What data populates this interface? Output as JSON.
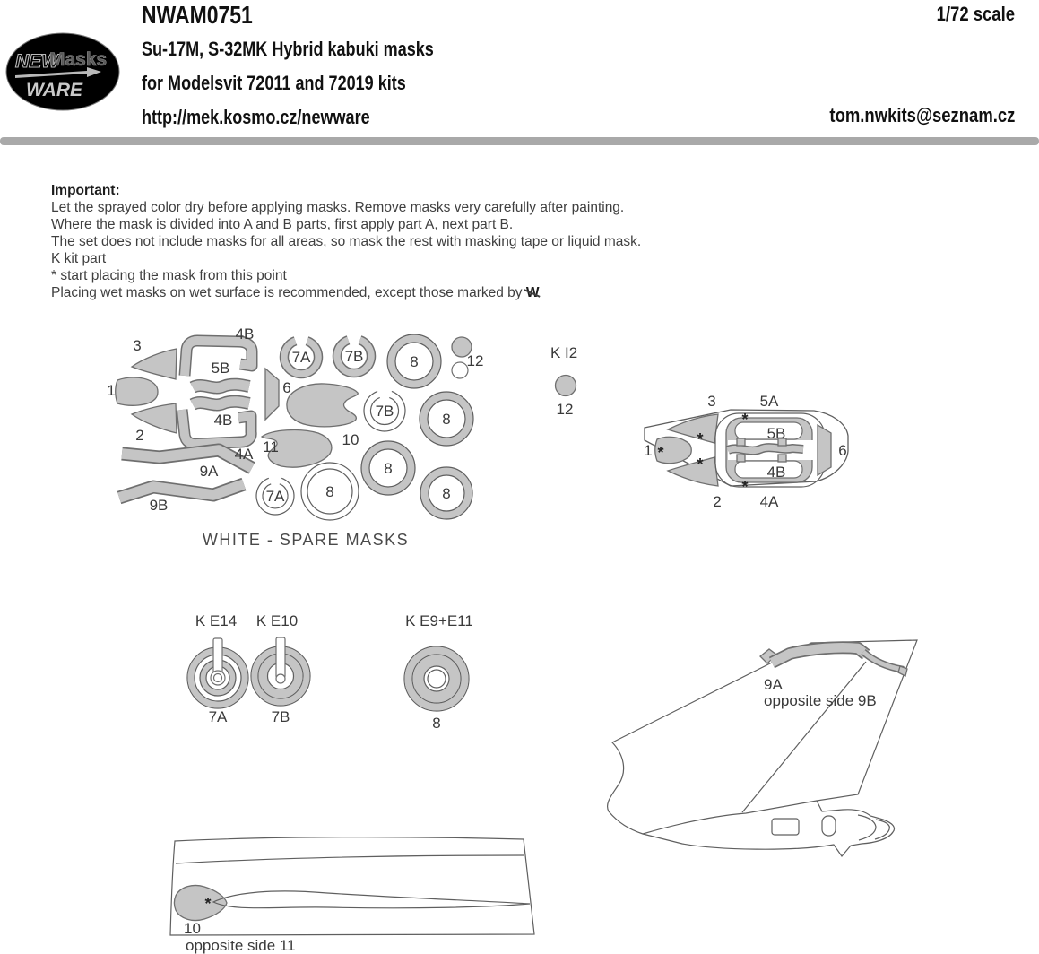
{
  "header": {
    "product_code": "NWAM0751",
    "title_line1": "Su-17M, S-32MK Hybrid kabuki masks",
    "title_line2": "for Modelsvit 72011 and 72019 kits",
    "website": "http://mek.kosmo.cz/newware",
    "scale": "1/72 scale",
    "email": "tom.nwkits@seznam.cz",
    "logo": {
      "word1": "NEW",
      "word2": "Masks",
      "word3": "WARE"
    }
  },
  "notes": {
    "heading": "Important:",
    "lines": [
      "Let the sprayed color dry before applying masks. Remove masks very carefully after painting.",
      "Where the mask is divided into A and B parts, first apply part A, next part B.",
      "The set does not include masks for all areas, so mask the rest with masking tape or liquid mask.",
      "K kit part",
      "*  start placing the mask from this point"
    ],
    "last_line_prefix": "Placing wet masks on wet surface is recommended, except those marked by ",
    "crossed_marker": "W"
  },
  "marker": {
    "asterisk": "*"
  },
  "sheet": {
    "caption": "WHITE - SPARE MASKS",
    "labels": {
      "l1": "1",
      "l2": "2",
      "l3": "3",
      "l4b_top": "4B",
      "l5b": "5B",
      "l4b_mid": "4B",
      "l4a": "4A",
      "l6": "6",
      "l7a": "7A",
      "l7b": "7B",
      "l8_1": "8",
      "l8_2": "8",
      "l8_3": "8",
      "l8_4": "8",
      "l12": "12",
      "l10": "10",
      "l11": "11",
      "l9a": "9A",
      "l9b": "9B",
      "l7a_spare": "7A",
      "l7b_spare": "7B",
      "l8_spare": "8"
    }
  },
  "intake_ring": {
    "kit_ref": "K I2",
    "label": "12"
  },
  "canopy": {
    "labels": {
      "n1": "1",
      "n2": "2",
      "n3": "3",
      "n5a": "5A",
      "n5b": "5B",
      "n4a": "4A",
      "n4b": "4B",
      "n6": "6"
    }
  },
  "wheels": [
    {
      "kit_ref": "K E14",
      "label": "7A"
    },
    {
      "kit_ref": "K E10",
      "label": "7B"
    },
    {
      "kit_ref": "K E9+E11",
      "label": "8"
    }
  ],
  "fin": {
    "label": "9A",
    "note": "opposite side 9B"
  },
  "wing": {
    "label": "10",
    "note": "opposite side 11"
  },
  "colors": {
    "mask_fill": "#c5c5c5",
    "mask_stroke": "#6f6f6f",
    "outline": "#5f5f5f",
    "divider": "#a9a9a9",
    "text": "#3c3c3c",
    "logo_bg": "#000000",
    "logo_text": "#b9b9b9"
  }
}
